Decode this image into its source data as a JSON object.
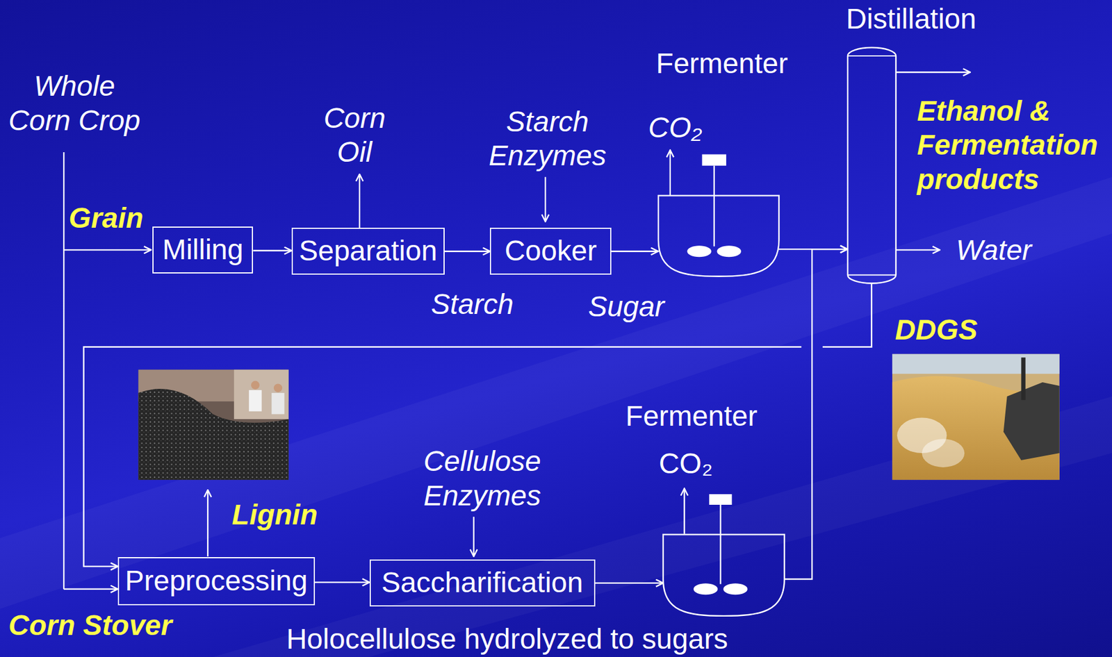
{
  "diagram": {
    "nodes": [
      {
        "text": [
          "Milling"
        ]
      },
      {
        "text": [
          "Separation"
        ]
      },
      {
        "text": [
          "Cooker"
        ]
      },
      {
        "text": [
          "Fermenter"
        ]
      },
      {
        "text": [
          "Distillation"
        ]
      },
      {
        "text": [
          "Preprocessing"
        ]
      },
      {
        "text": [
          "Saccharification"
        ]
      },
      {
        "text": [
          "Fermenter"
        ]
      }
    ],
    "edges": [
      {
        "from": 0,
        "to": 1,
        "arrow": "to"
      },
      {
        "from": 1,
        "to": 2,
        "arrow": "to",
        "label": "Starch"
      },
      {
        "from": 2,
        "to": 3,
        "arrow": "to",
        "label": "Sugar"
      },
      {
        "from": 3,
        "to": 4,
        "arrow": "to"
      },
      {
        "from": 7,
        "to": 4,
        "arrow": "to"
      },
      {
        "from": 4,
        "to": 5,
        "arrow": "to"
      },
      {
        "from": 5,
        "to": 6,
        "arrow": "to"
      },
      {
        "from": 6,
        "to": 7,
        "arrow": "to"
      }
    ],
    "labels": [
      "Whole Corn Crop",
      "Grain",
      "Corn Oil",
      "Starch Enzymes",
      "CO₂",
      "Ethanol & Fermentation products",
      "Water",
      "DDGS",
      "Lignin",
      "Cellulose Enzymes",
      "CO₂",
      "Corn Stover",
      "Holocellulose hydrolyzed to sugars"
    ]
  }
}
